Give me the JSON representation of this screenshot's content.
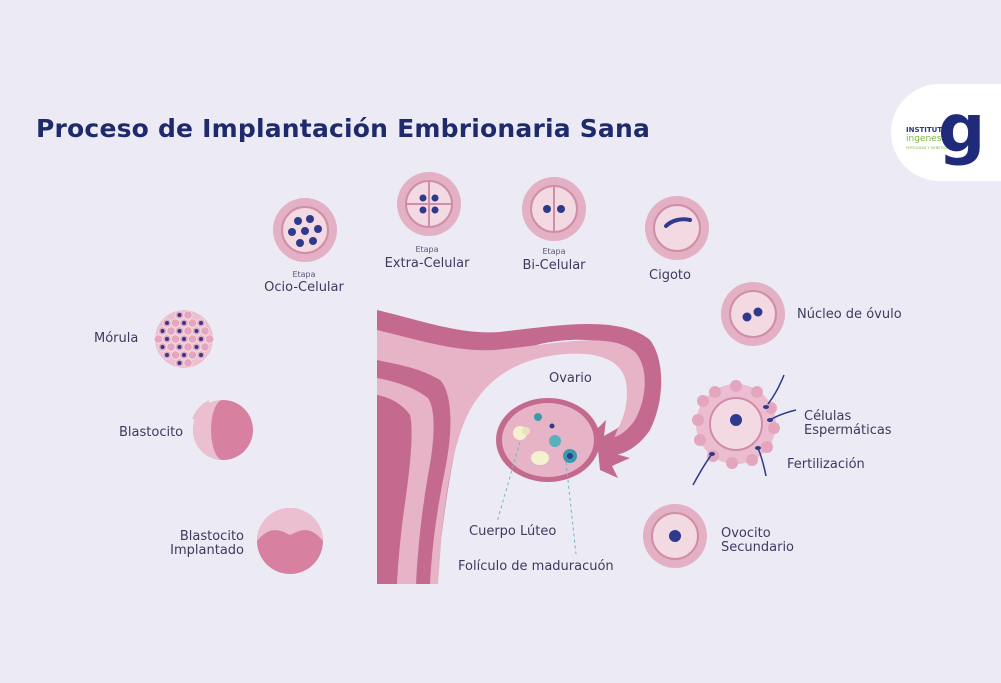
{
  "title": "Proceso de Implantación Embrionaria Sana",
  "logo": {
    "line1": "INSTITUTO",
    "line2": "ingenes",
    "line3": "FERTILIDAD Y GENÉTICA",
    "letter": "g"
  },
  "stages": {
    "etapa_word": "Etapa",
    "ocio_celular": "Ocio-Celular",
    "extra_celular": "Extra-Celular",
    "bi_celular": "Bi-Celular",
    "cigoto": "Cigoto",
    "nucleo_ovulo": "Núcleo de óvulo",
    "celulas_line1": "Células",
    "celulas_line2": "Espermáticas",
    "fertilizacion": "Fertilización",
    "ovocito_line1": "Ovocito",
    "ovocito_line2": "Secundario",
    "morula": "Mórula",
    "blastocito": "Blastocito",
    "blast_impl_line1": "Blastocito",
    "blast_impl_line2": "Implantado"
  },
  "anatomy": {
    "ovario": "Ovario",
    "cuerpo_luteo": "Cuerpo Lúteo",
    "foliculo": "Folículo de maduracuón"
  },
  "colors": {
    "background": "#ecebf5",
    "title": "#1f2a6b",
    "cell_outer": "#e3b1c3",
    "cell_inner": "#f3d9e2",
    "nucleus": "#2f3a8c",
    "uterus_dark": "#c46a8e",
    "uterus_light": "#e7b3c6"
  }
}
